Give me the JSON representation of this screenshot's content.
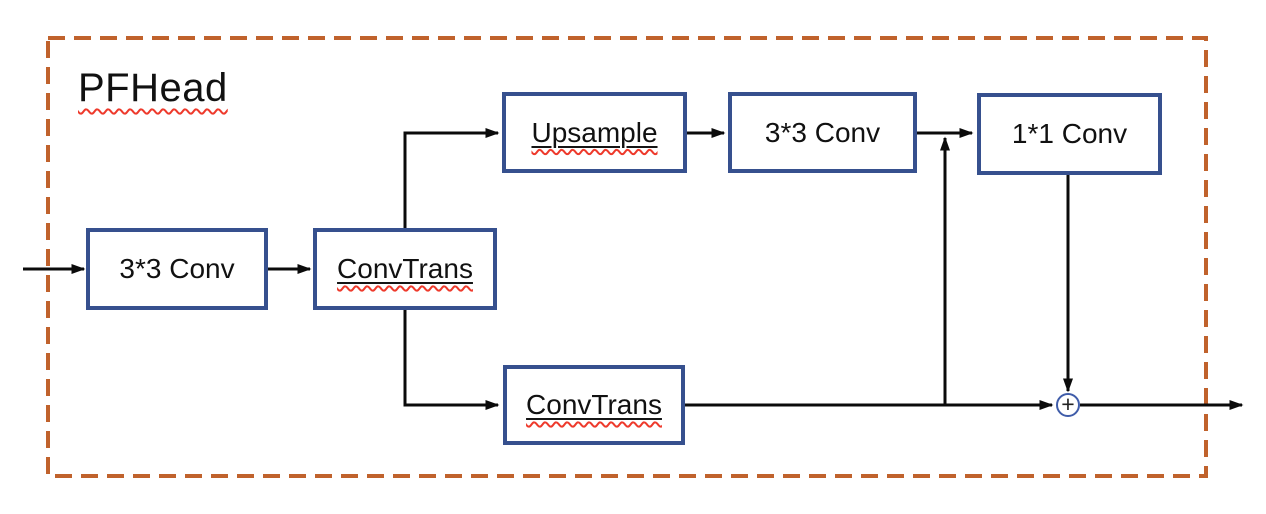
{
  "title": "PFHead",
  "nodes": {
    "conv33_input": "3*3 Conv",
    "convtrans_main": "ConvTrans",
    "upsample": "Upsample",
    "conv33_top": "3*3 Conv",
    "conv11": "1*1 Conv",
    "convtrans_skip": "ConvTrans"
  },
  "sum_symbol": "+",
  "colors": {
    "node_border": "#36508E",
    "frame_border": "#C0622C",
    "sum_border": "#3F5CA9",
    "spellcheck_squiggle": "#EE3A2C",
    "connector": "#0B0B0B",
    "text": "#1A1A1A"
  }
}
